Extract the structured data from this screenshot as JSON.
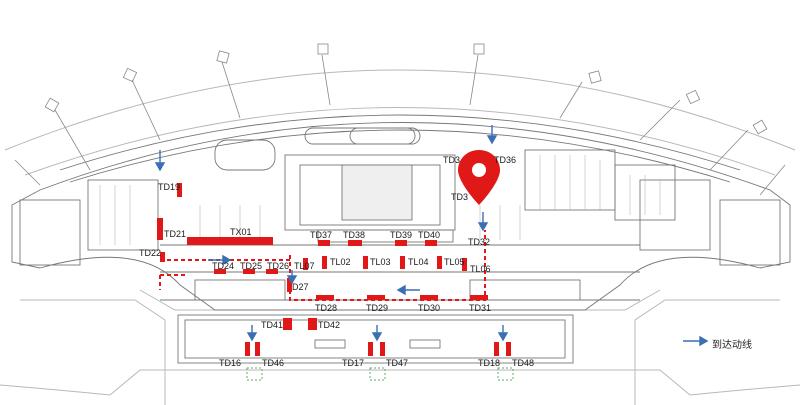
{
  "legend": {
    "arrow_label": "到达动线",
    "arrow_color": "#3a6fb5"
  },
  "colors": {
    "gate": "#e01818",
    "route": "#e01818",
    "arrow": "#3a6fb5",
    "line": "#8a8a8a",
    "pin": "#e01818"
  },
  "gates": {
    "TD19": "TD19",
    "TD21": "TD21",
    "TD22": "TD22",
    "TX01": "TX01",
    "TD37": "TD37",
    "TD38": "TD38",
    "TD39": "TD39",
    "TD40": "TD40",
    "TD36": "TD36",
    "TD3a": "TD3",
    "TD3b": "TD3",
    "TD32": "TD32",
    "TD24": "TD24",
    "TD25": "TD25",
    "TD26": "TD26",
    "TD27": "D27",
    "TL07": "TL07",
    "TL02": "TL02",
    "TL03": "TL03",
    "TL04": "TL04",
    "TL05": "TL05",
    "TL06": "TL06",
    "TD28": "TD28",
    "TD29": "TD29",
    "TD30": "TD30",
    "TD31": "TD31",
    "TD41": "TD41",
    "TD42": "TD42",
    "TD16": "TD16",
    "TD46": "TD46",
    "TD17": "TD17",
    "TD47": "TD47",
    "TD18": "TD18",
    "TD48": "TD48"
  }
}
